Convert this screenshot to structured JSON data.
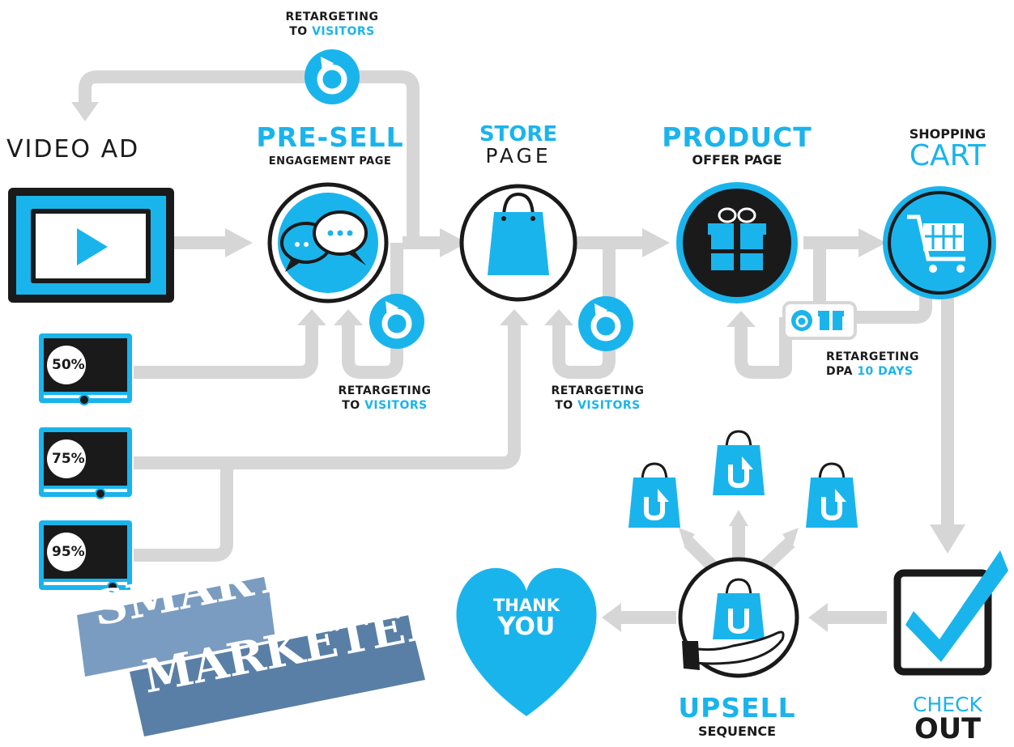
{
  "stages": {
    "video_ad": "VIDEO AD",
    "presell_title": "PRE-SELL",
    "presell_sub": "ENGAGEMENT PAGE",
    "store_line1": "STORE",
    "store_line2": "PAGE",
    "product_title": "PRODUCT",
    "product_sub": "OFFER PAGE",
    "cart_line1": "SHOPPING",
    "cart_line2": "CART",
    "check_line1": "CHECK",
    "check_line2": "OUT",
    "upsell_title": "UPSELL",
    "upsell_sub": "SEQUENCE",
    "thank_line1": "THANK",
    "thank_line2": "YOU"
  },
  "retargeting": {
    "top_line1": "RETARGETING",
    "top_line2a": "TO ",
    "top_line2b": "VISITORS",
    "mid1_line1": "RETARGETING",
    "mid1_line2a": "TO ",
    "mid1_line2b": "VISITORS",
    "mid2_line1": "RETARGETING",
    "mid2_line2a": "TO ",
    "mid2_line2b": "VISITORS",
    "dpa_line1": "RETARGETING",
    "dpa_line2a": "DPA ",
    "dpa_line2b": "10 DAYS"
  },
  "views": [
    "50%",
    "75%",
    "95%"
  ],
  "logo": {
    "line1": "SMART",
    "line2": "MARKETER"
  },
  "colors": {
    "accent": "#1ab4ec",
    "connector": "#d6d6d6",
    "dark": "#1a1a1a",
    "logo": "#5a7fa6"
  }
}
